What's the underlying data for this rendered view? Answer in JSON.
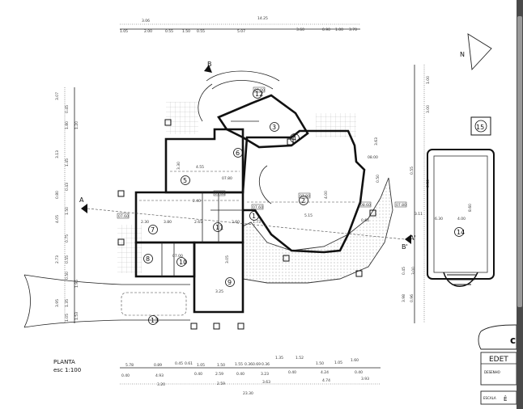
{
  "plan": {
    "title": "PLANTA",
    "scale": "esc 1:100",
    "north_label": "N",
    "section_markers": [
      "A",
      "A'",
      "B",
      "B'"
    ]
  },
  "top_dimensions": [
    "3.06",
    "14.25",
    "1.05",
    "2.00",
    "0.55",
    "1.50",
    "0.55",
    "5.07",
    "3.60",
    "0.90",
    "1.00",
    "3.70"
  ],
  "bottom_dimensions": [
    "5.78",
    "0.89",
    "0.45",
    "0.61",
    "1.05",
    "1.50",
    "1.55",
    "0.36",
    "0.69",
    "0.36",
    "1.35",
    "1.52",
    "1.50",
    "1.05",
    "1.60",
    "0.40",
    "4.93",
    "0.40",
    "2.59",
    "0.40",
    "3.23",
    "0.40",
    "4.24",
    "0.40",
    "3.20",
    "2.59",
    "3.63",
    "4.74",
    "3.93",
    "23.30"
  ],
  "left_dimensions": [
    "3.07",
    "0.45",
    "1.80",
    "1.20",
    "3.13",
    "1.45",
    "0.43",
    "0.80",
    "1.50",
    "4.05",
    "0.75",
    "2.73",
    "0.55",
    "0.50",
    "1.95",
    "3.95",
    "1.35",
    "1.53",
    "1.05"
  ],
  "right_dimensions": [
    "1.00",
    "3.00",
    "3.63",
    "0.50",
    "0.55",
    "0.50",
    "3.11",
    "0.45",
    "3.00",
    "3.98",
    "0.96"
  ],
  "room_numbers": [
    "1",
    "2",
    "3",
    "4",
    "5",
    "6",
    "7",
    "8",
    "9",
    "10",
    "11",
    "12",
    "13",
    "14",
    "15"
  ],
  "level_tags": [
    "07.00",
    "07.80",
    "07.60",
    "07.60",
    "07.80",
    "08.60",
    "07.80",
    "07.80",
    "07.00",
    "08.00"
  ],
  "interior_dimensions": [
    "4.55",
    "3.80",
    "2.30",
    "5.15",
    "3.30",
    "2.65",
    "0.64",
    "3.25",
    "4.00",
    "6.30",
    "8.60",
    "3.60",
    "1.73",
    "3.05",
    "4.00",
    "2.40"
  ],
  "title_block": {
    "letter": "c",
    "name": "EDET",
    "row1": "DESENHO",
    "scale_row": "ESCALA",
    "scale_value": "Ê"
  }
}
